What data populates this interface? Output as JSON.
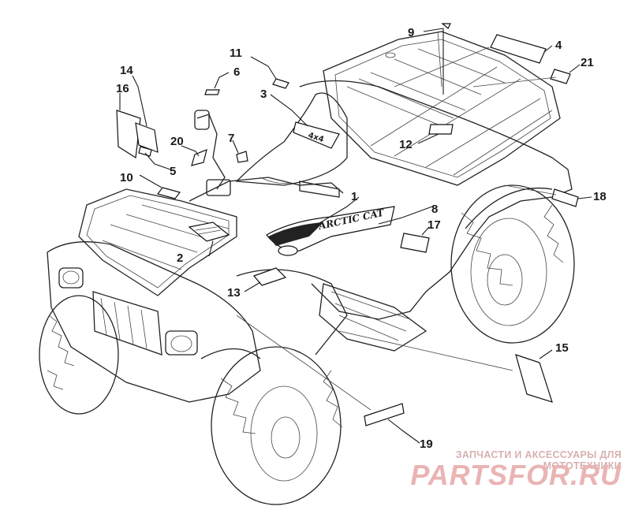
{
  "callouts": [
    {
      "id": "c1",
      "label": "1"
    },
    {
      "id": "c2",
      "label": "2"
    },
    {
      "id": "c3",
      "label": "3"
    },
    {
      "id": "c4",
      "label": "4"
    },
    {
      "id": "c5",
      "label": "5"
    },
    {
      "id": "c6",
      "label": "6"
    },
    {
      "id": "c7",
      "label": "7"
    },
    {
      "id": "c8",
      "label": "8"
    },
    {
      "id": "c9",
      "label": "9"
    },
    {
      "id": "c10",
      "label": "10"
    },
    {
      "id": "c11",
      "label": "11"
    },
    {
      "id": "c12",
      "label": "12"
    },
    {
      "id": "c13",
      "label": "13"
    },
    {
      "id": "c14",
      "label": "14"
    },
    {
      "id": "c15",
      "label": "15"
    },
    {
      "id": "c16",
      "label": "16"
    },
    {
      "id": "c17",
      "label": "17"
    },
    {
      "id": "c18",
      "label": "18"
    },
    {
      "id": "c19",
      "label": "19"
    },
    {
      "id": "c20",
      "label": "20"
    },
    {
      "id": "c21",
      "label": "21"
    }
  ],
  "decal_text": {
    "side_brand": "ARCTIC CAT",
    "hood_4x4": "4x4"
  },
  "watermark": {
    "tagline": "ЗАПЧАСТИ И АКСЕССУАРЫ ДЛЯ МОТОТЕХНИКИ",
    "brand": "PARTSFOR.RU",
    "color": "#eab4b4"
  }
}
